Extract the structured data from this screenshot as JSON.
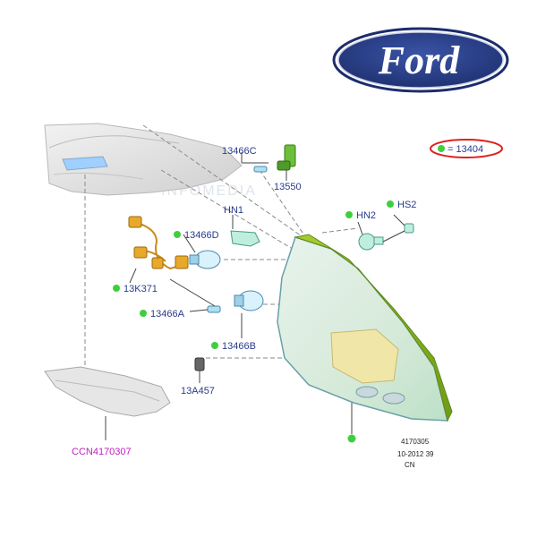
{
  "logo": {
    "text": "Ford"
  },
  "legend": {
    "text": "= 13404",
    "marker_color": "#3ecf3e",
    "ring_color": "#e02020"
  },
  "labels": {
    "p13466C": "13466C",
    "p13550": "13550",
    "pHN1": "HN1",
    "pHN2": "HN2",
    "pHS2": "HS2",
    "p13466D": "13466D",
    "p13K371": "13K371",
    "p13466A": "13466A",
    "p13466B": "13466B",
    "p13A457": "13A457",
    "pCCN": "CCN4170307"
  },
  "watermark": "INFOMEDIA",
  "diagram_code": {
    "line1": "4170305",
    "line2": "10-2012 39",
    "line3": "CN"
  },
  "colors": {
    "label_blue": "#2a3a8c",
    "callout_magenta": "#c020c0",
    "dot_green": "#3ecf3e"
  }
}
